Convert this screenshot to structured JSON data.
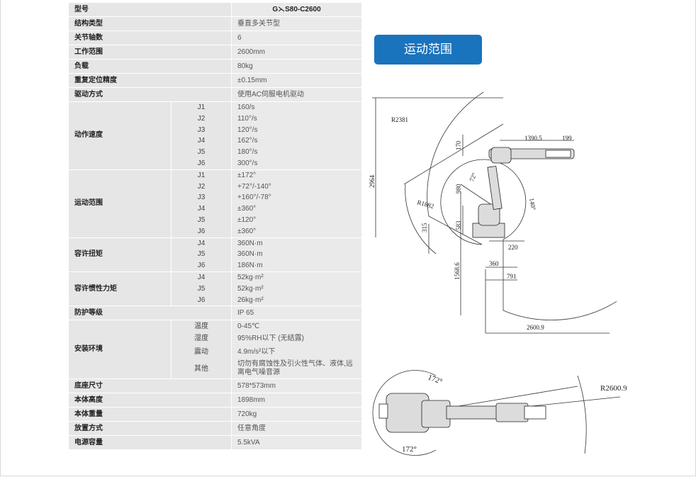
{
  "spec": {
    "model_label": "型号",
    "model_value": "G⋋S80-C2600",
    "rows": [
      {
        "label": "结构类型",
        "value": "垂直多关节型"
      },
      {
        "label": "关节轴数",
        "value": "6"
      },
      {
        "label": "工作范围",
        "value": "2600mm"
      },
      {
        "label": "负载",
        "value": "80kg"
      },
      {
        "label": "重复定位精度",
        "value": "±0.15mm"
      },
      {
        "label": "驱动方式",
        "value": "使用AC伺服电机驱动"
      }
    ],
    "speed": {
      "label": "动作速度",
      "joints": [
        "J1",
        "J2",
        "J3",
        "J4",
        "J5",
        "J6"
      ],
      "values": [
        "160/s",
        "110°/s",
        "120°/s",
        "162°/s",
        "180°/s",
        "300°/s"
      ]
    },
    "range": {
      "label": "运动范围",
      "joints": [
        "J1",
        "J2",
        "J3",
        "J4",
        "J5",
        "J6"
      ],
      "values": [
        "±172°",
        "+72°/-140°",
        "+160°/-78°",
        "±360°",
        "±120°",
        "±360°"
      ]
    },
    "torque": {
      "label": "容许扭矩",
      "joints": [
        "J4",
        "J5",
        "J6"
      ],
      "values": [
        "360N·m",
        "360N·m",
        "186N·m"
      ]
    },
    "inertia": {
      "label": "容许惯性力矩",
      "joints": [
        "J4",
        "J5",
        "J6"
      ],
      "values": [
        "52kg·m²",
        "52kg·m²",
        "26kg·m²"
      ]
    },
    "protection": {
      "label": "防护等级",
      "value": "IP 65"
    },
    "env": {
      "label": "安装环境",
      "items": [
        {
          "k": "温度",
          "v": "0-45℃"
        },
        {
          "k": "湿度",
          "v": "95%RH以下 (无结露)"
        },
        {
          "k": "震动",
          "v": "4.9m/s²以下"
        },
        {
          "k": "其他",
          "v": "切勿有腐蚀性及引火性气体、液体,远离电气噪音源"
        }
      ]
    },
    "tail": [
      {
        "label": "底座尺寸",
        "value": "578*573mm"
      },
      {
        "label": "本体高度",
        "value": "1898mm"
      },
      {
        "label": "本体重量",
        "value": "720kg"
      },
      {
        "label": "放置方式",
        "value": "任意角度"
      },
      {
        "label": "电源容量",
        "value": "5.5kVA"
      }
    ]
  },
  "button": {
    "label": "运动范围"
  },
  "diagram": {
    "side": {
      "r_outer": "R2381",
      "r_inner": "R1882",
      "d1": "1390.5",
      "d2": "199",
      "h170": "170",
      "a72": "72°",
      "h980": "980",
      "a140": "140°",
      "h2964": "2964",
      "h583": "583",
      "h315": "315",
      "w220": "220",
      "w360": "360",
      "w791": "791",
      "h1568": "1568.6",
      "w2600": "2600.9"
    },
    "top": {
      "a1": "172°",
      "a2": "172°",
      "r": "R2600.9"
    }
  }
}
